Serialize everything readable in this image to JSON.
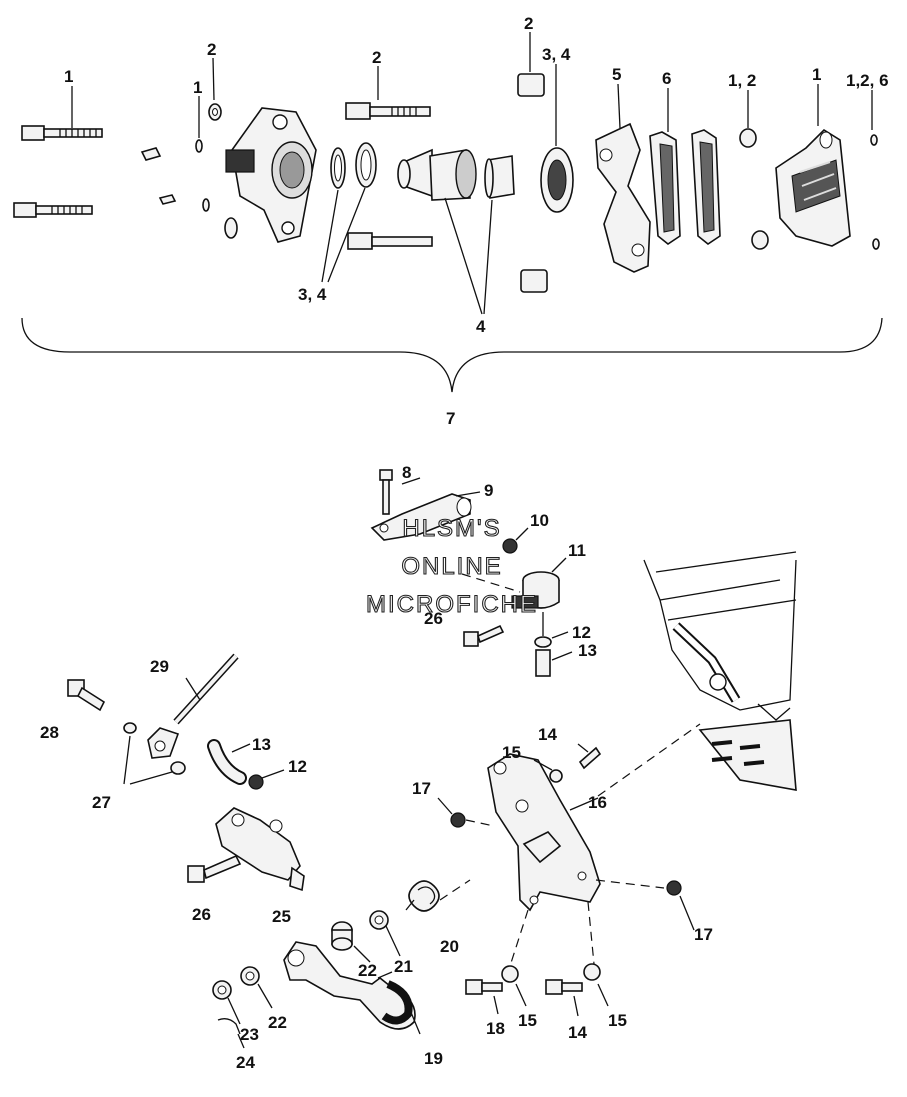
{
  "watermark": {
    "line1": "HLSM'S",
    "line2": "ONLINE",
    "line3": "MICROFICHE"
  },
  "callouts": {
    "c1a": "1",
    "c2a": "2",
    "c1b": "1",
    "c2b": "2",
    "c2c": "2",
    "c34a": "3, 4",
    "c5": "5",
    "c6": "6",
    "c12a": "1, 2",
    "c1c": "1",
    "c126": "1,2, 6",
    "c34b": "3, 4",
    "c4": "4",
    "c7": "7",
    "c8": "8",
    "c9": "9",
    "c10": "10",
    "c11": "11",
    "c26a": "26",
    "c12": "12",
    "c13": "13",
    "c29": "29",
    "c28": "28",
    "c27": "27",
    "c13b": "13",
    "c12b": "12",
    "c14a": "14",
    "c15a": "15",
    "c17a": "17",
    "c16": "16",
    "c26b": "26",
    "c25": "25",
    "c20": "20",
    "c17b": "17",
    "c21": "21",
    "c22a": "22",
    "c22b": "22",
    "c23": "23",
    "c24": "24",
    "c19": "19",
    "c18": "18",
    "c15b": "15",
    "c14b": "14",
    "c15c": "15"
  }
}
